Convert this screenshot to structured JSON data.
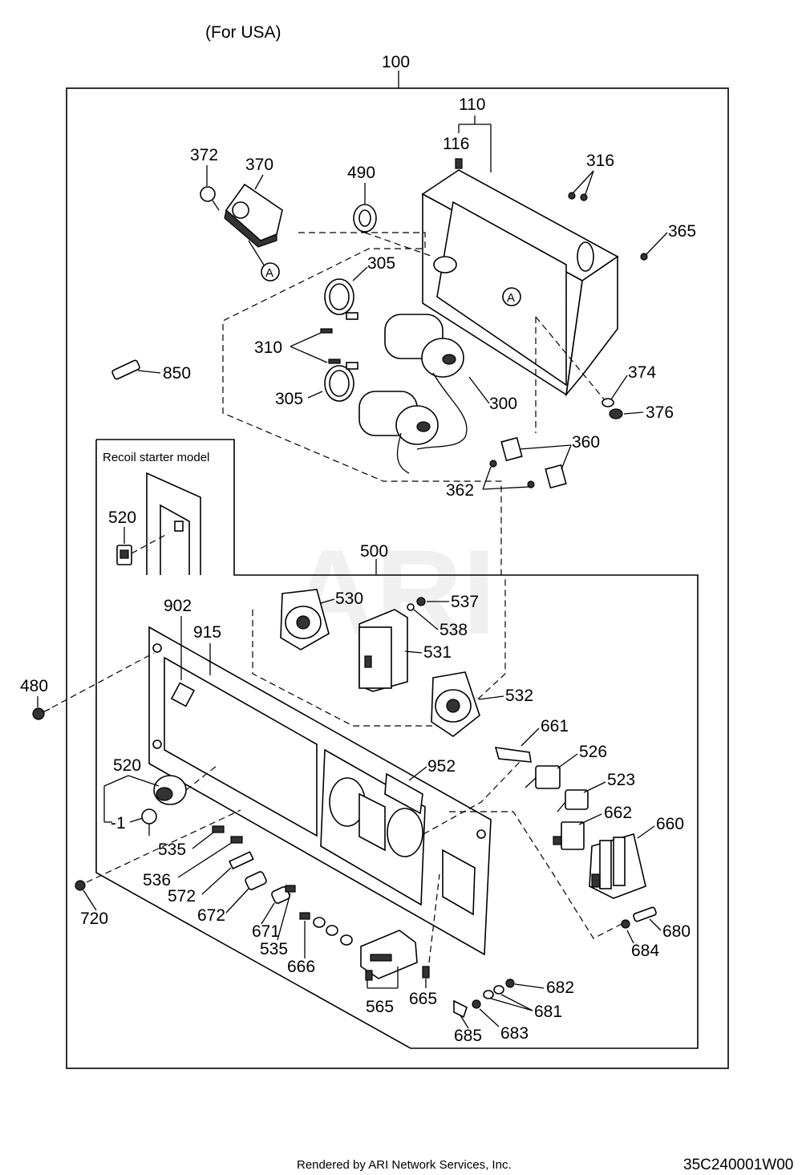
{
  "header": {
    "region_note": "(For USA)"
  },
  "assembly": {
    "main": "100",
    "box": "110",
    "panel": "500"
  },
  "inset": {
    "title": "Recoil starter model"
  },
  "callouts": {
    "c116": "116",
    "c316": "316",
    "c365": "365",
    "c372": "372",
    "c370": "370",
    "c490": "490",
    "c305a": "305",
    "c310": "310",
    "c305b": "305",
    "c300": "300",
    "c850": "850",
    "c374": "374",
    "c376": "376",
    "c360": "360",
    "c362": "362",
    "c520a": "520",
    "c530": "530",
    "c537": "537",
    "c538": "538",
    "c531": "531",
    "c532": "532",
    "c902": "902",
    "c915": "915",
    "c480": "480",
    "c661": "661",
    "c526": "526",
    "c952": "952",
    "c523": "523",
    "c520b": "520",
    "c1": "-1",
    "c662": "662",
    "c660": "660",
    "c535a": "535",
    "c536": "536",
    "c572": "572",
    "c672": "672",
    "c671": "671",
    "c535b": "535",
    "c666": "666",
    "c720": "720",
    "c680": "680",
    "c684": "684",
    "c682": "682",
    "c565": "565",
    "c665": "665",
    "c681": "681",
    "c683": "683",
    "c685": "685"
  },
  "reference_marks": {
    "a1": "A",
    "a2": "A"
  },
  "watermark": "ARI",
  "footer": {
    "rendered_by": "Rendered by ARI Network Services, Inc.",
    "diagram_id": "35C240001W00"
  }
}
